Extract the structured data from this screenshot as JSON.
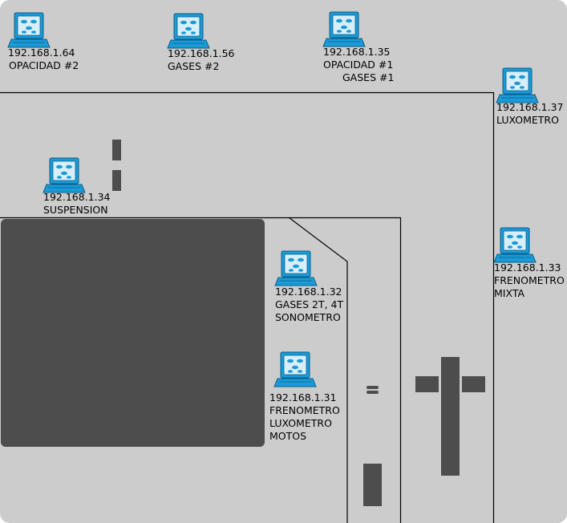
{
  "colors": {
    "background": "#cccccc",
    "block": "#4d4d4d",
    "line": "#000000",
    "pc_body": "#1a9ad6",
    "pc_dark": "#0b5f8a",
    "pc_screen": "#d8eef8"
  },
  "stations": [
    {
      "id": "opacidad2",
      "ip": "192.168.1.64",
      "lines": [
        "OPACIDAD #2"
      ]
    },
    {
      "id": "gases2",
      "ip": "192.168.1.56",
      "lines": [
        "GASES #2"
      ]
    },
    {
      "id": "opacidad1",
      "ip": "192.168.1.35",
      "lines": [
        "OPACIDAD #1",
        "GASES #1"
      ]
    },
    {
      "id": "luxometro",
      "ip": "192.168.1.37",
      "lines": [
        "LUXOMETRO"
      ]
    },
    {
      "id": "suspension",
      "ip": "192.168.1.34",
      "lines": [
        "SUSPENSION"
      ]
    },
    {
      "id": "frenometro-mixta",
      "ip": "192.168.1.33",
      "lines": [
        "FRENOMETRO",
        "MIXTA"
      ]
    },
    {
      "id": "gases-2t4t",
      "ip": "192.168.1.32",
      "lines": [
        "GASES 2T, 4T",
        "SONOMETRO"
      ]
    },
    {
      "id": "motos",
      "ip": "192.168.1.31",
      "lines": [
        "FRENOMETRO",
        "LUXOMETRO",
        "MOTOS"
      ]
    }
  ]
}
